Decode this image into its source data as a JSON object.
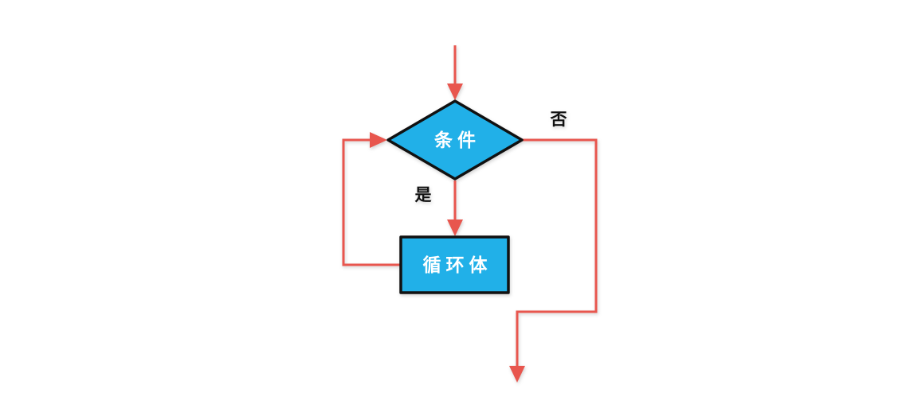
{
  "diagram": {
    "type": "flowchart",
    "description": "while-loop control flow",
    "nodes": [
      {
        "id": "condition",
        "shape": "diamond",
        "label": "条件"
      },
      {
        "id": "loop-body",
        "shape": "rectangle",
        "label": "循环体"
      }
    ],
    "edge_labels": {
      "yes": "是",
      "no": "否"
    },
    "edges": [
      {
        "from": "entry",
        "to": "condition",
        "label": ""
      },
      {
        "from": "condition",
        "to": "loop-body",
        "label": "是"
      },
      {
        "from": "condition",
        "to": "exit",
        "label": "否"
      },
      {
        "from": "loop-body",
        "to": "condition",
        "label": ""
      }
    ]
  },
  "theme": {
    "background": "#ffffff",
    "shape-fill": "#21b0e8",
    "shape-border": "#111111",
    "arrow-color": "#e8564e",
    "label-color": "#111111",
    "node-text-color": "#ffffff"
  }
}
